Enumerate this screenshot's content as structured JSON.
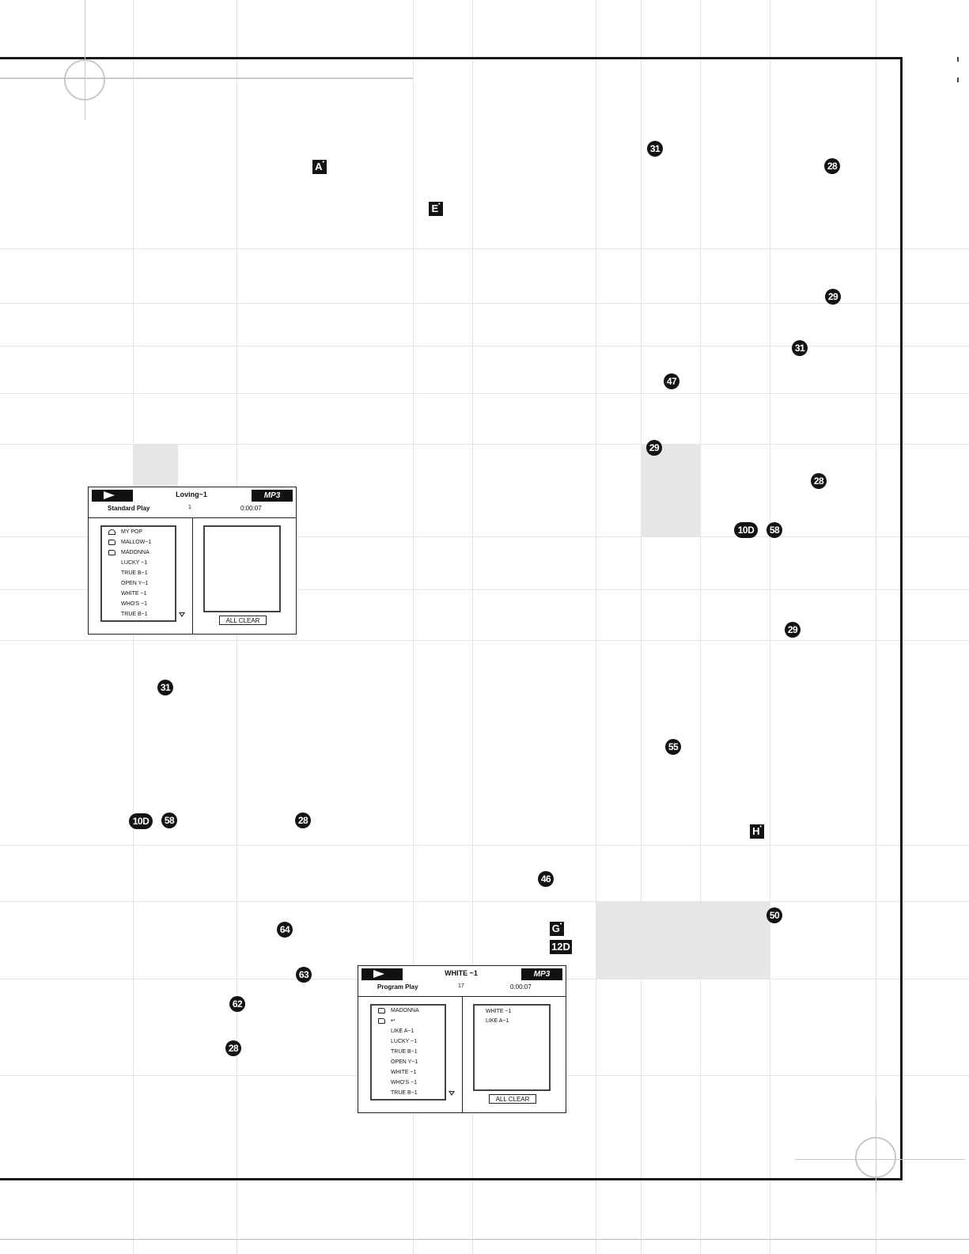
{
  "callouts": {
    "c31_a": "31",
    "c28_a": "28",
    "c29_a": "29",
    "c31_b": "31",
    "c47": "47",
    "c29_b": "29",
    "c28_b": "28",
    "c10d_a": "10D",
    "c58_a": "58",
    "c29_c": "29",
    "c31_c": "31",
    "c55": "55",
    "c10d_b": "10D",
    "c58_b": "58",
    "c28_c": "28",
    "c46": "46",
    "c50": "50",
    "c64": "64",
    "c63": "63",
    "c62": "62",
    "c28_d": "28"
  },
  "keys": {
    "a": "A",
    "e": "E",
    "h": "H",
    "g": "G",
    "d12": "12D"
  },
  "screen1": {
    "track": "Loving~1",
    "badge": "MP3",
    "mode": "Standard Play",
    "count": "1",
    "time": "0:00:07",
    "items": [
      {
        "label": "MY POP",
        "icon": "open-folder-icon"
      },
      {
        "label": "MALLOW~1",
        "icon": "folder-icon"
      },
      {
        "label": "MADONNA",
        "icon": "folder-icon"
      },
      {
        "label": "LUCKY ~1",
        "icon": ""
      },
      {
        "label": "TRUE B~1",
        "icon": ""
      },
      {
        "label": "OPEN Y~1",
        "icon": ""
      },
      {
        "label": "WHITE ~1",
        "icon": ""
      },
      {
        "label": "WHO'S ~1",
        "icon": ""
      },
      {
        "label": "TRUE B~1",
        "icon": ""
      }
    ],
    "program": [],
    "clear": "ALL CLEAR"
  },
  "screen2": {
    "track": "WHITE ~1",
    "badge": "MP3",
    "mode": "Program Play",
    "count": "17",
    "time": "0:00:07",
    "items": [
      {
        "label": "MADONNA",
        "icon": "folder-icon"
      },
      {
        "label": "↵",
        "icon": "folder-icon"
      },
      {
        "label": "LIKE A~1",
        "icon": ""
      },
      {
        "label": "LUCKY ~1",
        "icon": ""
      },
      {
        "label": "TRUE B~1",
        "icon": ""
      },
      {
        "label": "OPEN Y~1",
        "icon": ""
      },
      {
        "label": "WHITE ~1",
        "icon": ""
      },
      {
        "label": "WHO'S ~1",
        "icon": ""
      },
      {
        "label": "TRUE B~1",
        "icon": ""
      }
    ],
    "program": [
      "WHITE ~1",
      "LIKE A~1"
    ],
    "clear": "ALL CLEAR"
  }
}
